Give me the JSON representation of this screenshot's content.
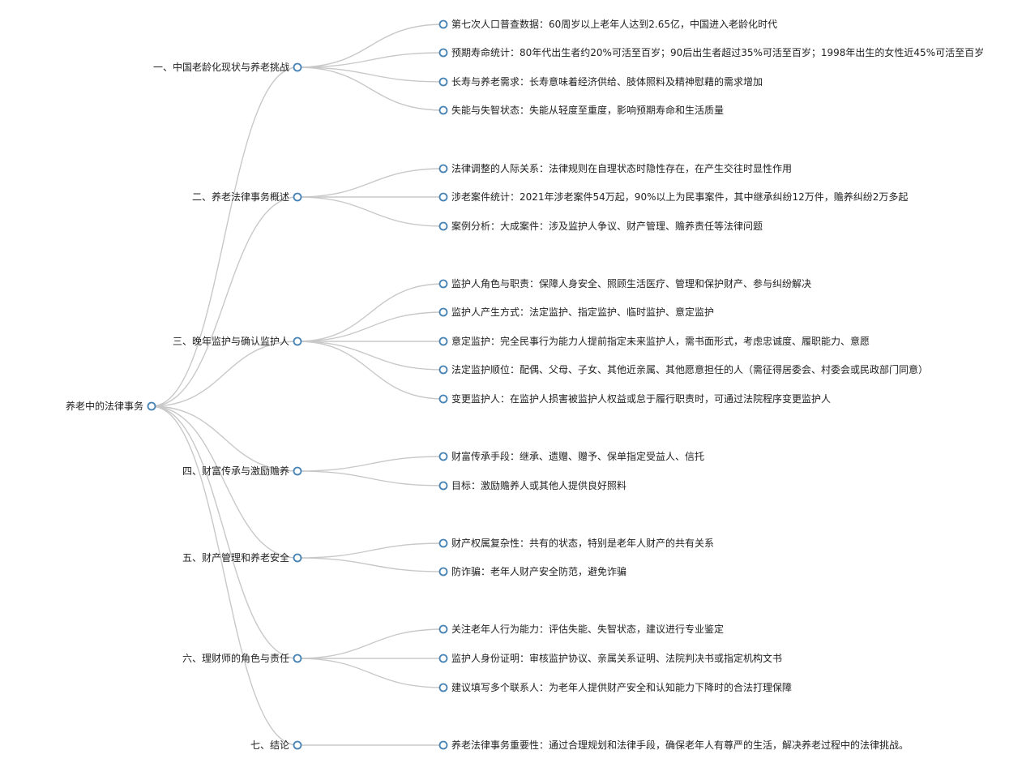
{
  "mindmap": {
    "root": {
      "label": "养老中的法律事务",
      "children": [
        {
          "label": "一、中国老龄化现状与养老挑战",
          "children": [
            {
              "label": "第七次人口普查数据：60周岁以上老年人达到2.65亿，中国进入老龄化时代"
            },
            {
              "label": "预期寿命统计：80年代出生者约20%可活至百岁；90后出生者超过35%可活至百岁；1998年出生的女性近45%可活至百岁"
            },
            {
              "label": "长寿与养老需求：长寿意味着经济供给、肢体照料及精神慰藉的需求增加"
            },
            {
              "label": "失能与失智状态：失能从轻度至重度，影响预期寿命和生活质量"
            }
          ]
        },
        {
          "label": "二、养老法律事务概述",
          "children": [
            {
              "label": "法律调整的人际关系：法律规则在自理状态时隐性存在，在产生交往时显性作用"
            },
            {
              "label": "涉老案件统计：2021年涉老案件54万起，90%以上为民事案件，其中继承纠纷12万件，赡养纠纷2万多起"
            },
            {
              "label": "案例分析：大成案件：涉及监护人争议、财产管理、赡养责任等法律问题"
            }
          ]
        },
        {
          "label": "三、晚年监护与确认监护人",
          "children": [
            {
              "label": "监护人角色与职责：保障人身安全、照顾生活医疗、管理和保护财产、参与纠纷解决"
            },
            {
              "label": "监护人产生方式：法定监护、指定监护、临时监护、意定监护"
            },
            {
              "label": "意定监护：完全民事行为能力人提前指定未来监护人，需书面形式，考虑忠诚度、履职能力、意愿"
            },
            {
              "label": "法定监护顺位：配偶、父母、子女、其他近亲属、其他愿意担任的人（需征得居委会、村委会或民政部门同意）"
            },
            {
              "label": "变更监护人：在监护人损害被监护人权益或怠于履行职责时，可通过法院程序变更监护人"
            }
          ]
        },
        {
          "label": "四、财富传承与激励赡养",
          "children": [
            {
              "label": "财富传承手段：继承、遗赠、赠予、保单指定受益人、信托"
            },
            {
              "label": "目标：激励赡养人或其他人提供良好照料"
            }
          ]
        },
        {
          "label": "五、财产管理和养老安全",
          "children": [
            {
              "label": "财产权属复杂性：共有的状态，特别是老年人财产的共有关系"
            },
            {
              "label": "防诈骗：老年人财产安全防范，避免诈骗"
            }
          ]
        },
        {
          "label": "六、理财师的角色与责任",
          "children": [
            {
              "label": "关注老年人行为能力：评估失能、失智状态，建议进行专业鉴定"
            },
            {
              "label": "监护人身份证明：审核监护协议、亲属关系证明、法院判决书或指定机构文书"
            },
            {
              "label": "建议填写多个联系人：为老年人提供财产安全和认知能力下降时的合法打理保障"
            }
          ]
        },
        {
          "label": "七、结论",
          "children": [
            {
              "label": "养老法律事务重要性：通过合理规划和法律手段，确保老年人有尊严的生活，解决养老过程中的法律挑战。"
            }
          ]
        }
      ]
    },
    "colors": {
      "link": "#c8c8c8",
      "node_stroke": "#4682b4",
      "node_fill": "#ffffff",
      "text": "#222222"
    }
  }
}
